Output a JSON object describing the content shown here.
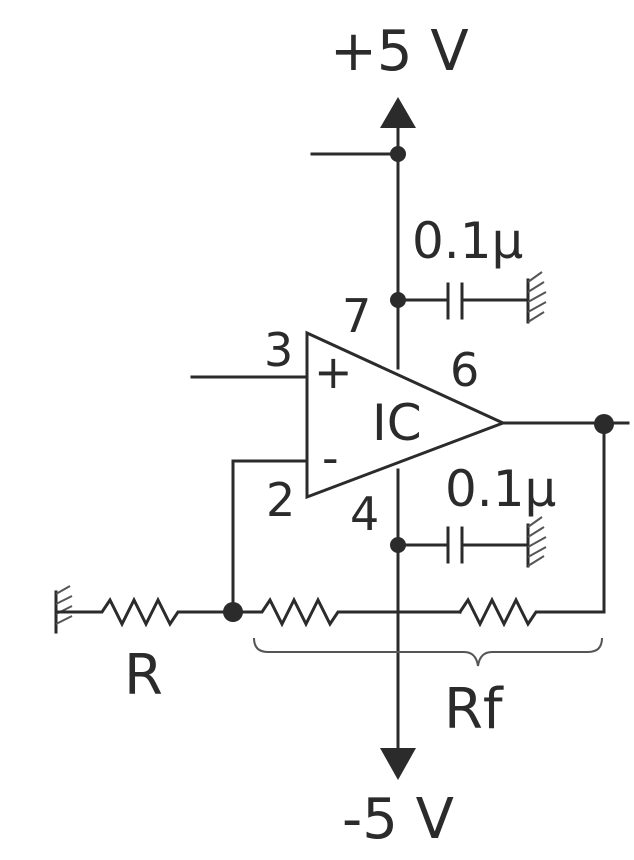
{
  "supply": {
    "positive": "+5 V",
    "negative": "-5 V"
  },
  "opamp": {
    "label": "IC",
    "noninverting_symbol": "+",
    "inverting_symbol": "-",
    "pins": {
      "noninverting": "3",
      "inverting": "2",
      "output": "6",
      "vplus": "7",
      "vminus": "4"
    }
  },
  "capacitors": {
    "top": "0.1μ",
    "bottom": "0.1μ"
  },
  "resistors": {
    "input": "R",
    "feedback": "Rf"
  },
  "colors": {
    "line": "#2b2b2b",
    "background": "#ffffff"
  }
}
